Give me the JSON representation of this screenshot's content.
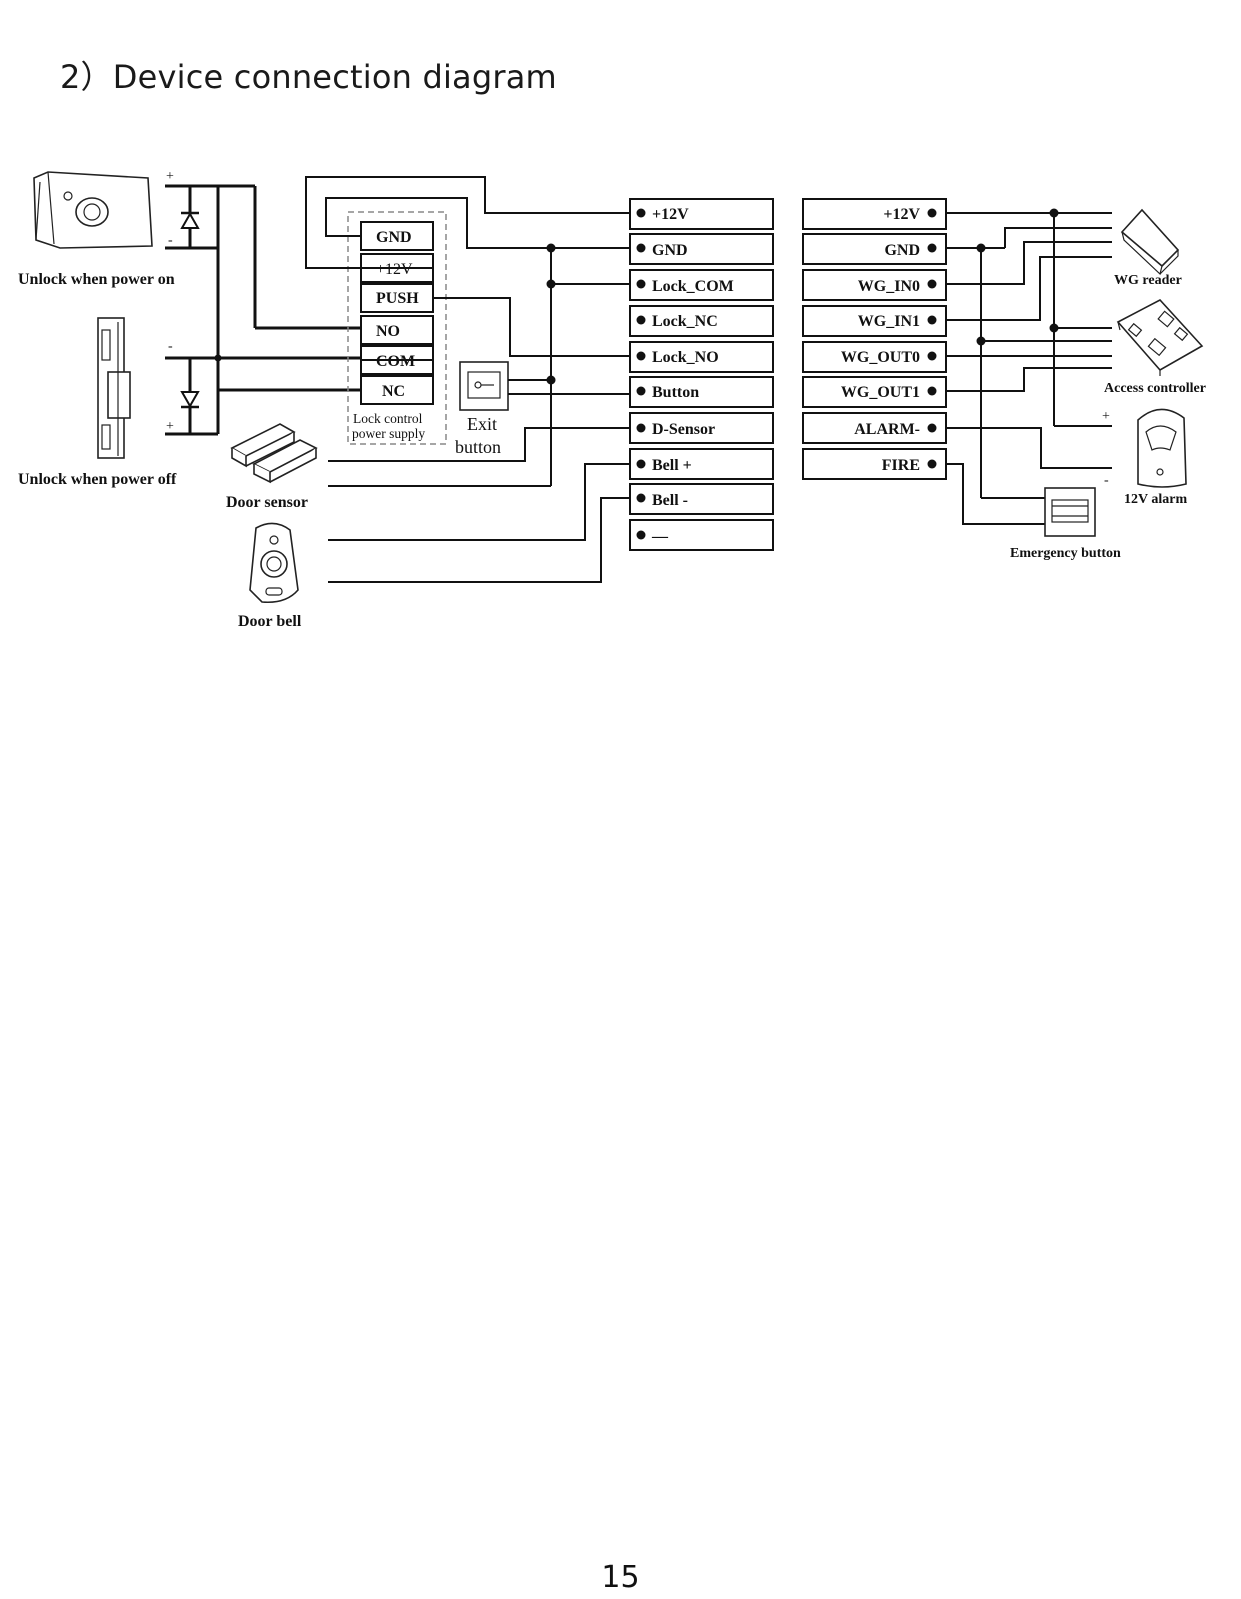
{
  "heading": "2）Device connection diagram",
  "page_number": "15",
  "left_devices": {
    "lock_power_on": "Unlock when power on",
    "lock_power_off": "Unlock when power off",
    "door_sensor": "Door sensor",
    "door_bell": "Door bell",
    "exit_button_line1": "Exit",
    "exit_button_line2": "button"
  },
  "power_supply": {
    "terminals": [
      "GND",
      "+12V",
      "PUSH",
      "NO",
      "COM",
      "NC"
    ],
    "caption_line1": "Lock control",
    "caption_line2": "power supply"
  },
  "polarity": {
    "plus": "+",
    "minus": "-"
  },
  "terminal_block_left": [
    "+12V",
    "GND",
    "Lock_COM",
    "Lock_NC",
    "Lock_NO",
    "Button",
    "D-Sensor",
    "Bell +",
    "Bell -",
    "—"
  ],
  "terminal_block_right": [
    "+12V",
    "GND",
    "WG_IN0",
    "WG_IN1",
    "WG_OUT0",
    "WG_OUT1",
    "ALARM-",
    "FIRE"
  ],
  "right_devices": {
    "wg_reader": "WG reader",
    "access_controller": "Access controller",
    "alarm": "12V alarm",
    "emergency_button": "Emergency button"
  }
}
